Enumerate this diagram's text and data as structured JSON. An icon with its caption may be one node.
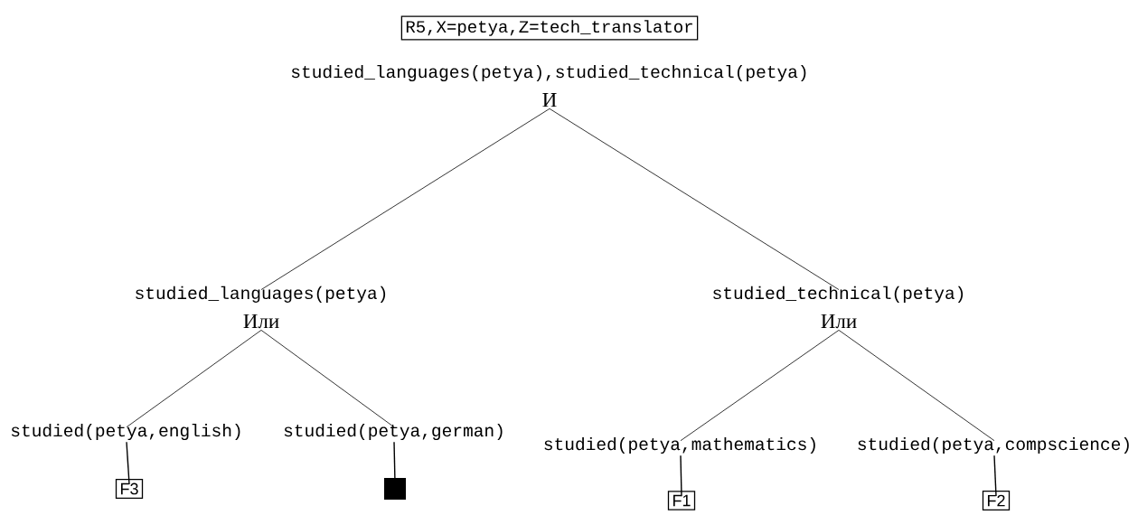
{
  "diagram": {
    "nodes": [
      {
        "text": [
          "R5,X=petya,Z=tech_translator"
        ]
      },
      {
        "text": [
          "studied_languages(petya),studied_technical(petya)",
          "И"
        ]
      },
      {
        "text": [
          "studied_languages(petya)",
          "Или"
        ]
      },
      {
        "text": [
          "studied_technical(petya)",
          "Или"
        ]
      },
      {
        "text": [
          "studied(petya,english)"
        ]
      },
      {
        "text": [
          "studied(petya,german)"
        ]
      },
      {
        "text": [
          "studied(petya,mathematics)"
        ]
      },
      {
        "text": [
          "studied(petya,compscience)"
        ]
      },
      {
        "text": [
          "F3"
        ]
      },
      {
        "text": [],
        "shape": "box"
      },
      {
        "text": [
          "F1"
        ]
      },
      {
        "text": [
          "F2"
        ]
      }
    ],
    "edges": [
      {
        "from": 1,
        "to": 2,
        "arrow": "none"
      },
      {
        "from": 1,
        "to": 3,
        "arrow": "none"
      },
      {
        "from": 2,
        "to": 4,
        "arrow": "none"
      },
      {
        "from": 2,
        "to": 5,
        "arrow": "none"
      },
      {
        "from": 3,
        "to": 6,
        "arrow": "none"
      },
      {
        "from": 3,
        "to": 7,
        "arrow": "none"
      },
      {
        "from": 4,
        "to": 8,
        "arrow": "none"
      },
      {
        "from": 5,
        "to": 9,
        "arrow": "none"
      },
      {
        "from": 6,
        "to": 10,
        "arrow": "none"
      },
      {
        "from": 7,
        "to": 11,
        "arrow": "none"
      }
    ]
  }
}
